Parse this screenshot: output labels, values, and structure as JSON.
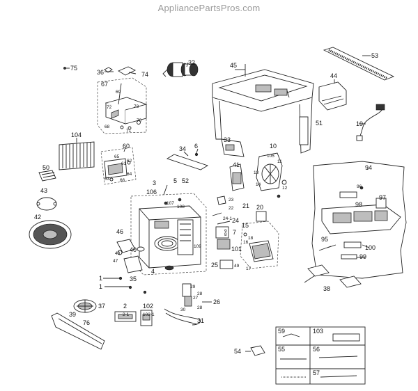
{
  "watermark": "AppliancePartsPros.com",
  "parts": {
    "p1": "1",
    "p2": "2",
    "p2_1": "2-1",
    "p3": "3",
    "p4": "4",
    "p5": "5",
    "p6": "6",
    "p7": "7",
    "p8": "8",
    "p9": "9",
    "p10": "10",
    "p11": "11",
    "p12": "12",
    "p13": "13",
    "p14": "14",
    "p15": "15",
    "p16": "16",
    "p17": "17",
    "p18": "18",
    "p19": "19",
    "p20": "20",
    "p21": "21",
    "p22": "22",
    "p23": "23",
    "p24": "24",
    "p24_1": "24-1",
    "p25": "25",
    "p26": "26",
    "p27": "27",
    "p28": "28",
    "p29": "29",
    "p30": "30",
    "p31": "31",
    "p32": "32",
    "p33": "33",
    "p34": "34",
    "p35": "35",
    "p36": "36",
    "p37": "37",
    "p38": "38",
    "p39": "39",
    "p40": "40",
    "p41": "41",
    "p42": "42",
    "p43": "43",
    "p44": "44",
    "p45": "45",
    "p46": "46",
    "p47": "47",
    "p48": "48",
    "p49": "49",
    "p50": "50",
    "p51": "51",
    "p52": "52",
    "p53": "53",
    "p54": "54",
    "p55": "55",
    "p56": "56",
    "p57": "57",
    "p59": "59",
    "p60": "60",
    "p61": "61",
    "p62": "62",
    "p63": "63",
    "p64": "64",
    "p65": "65",
    "p66": "66",
    "p67": "67",
    "p68": "68",
    "p69": "69",
    "p70": "70",
    "p71": "71",
    "p72": "72",
    "p73": "73",
    "p74": "74",
    "p75": "75",
    "p76": "76",
    "p94": "94",
    "p95": "95",
    "p96": "96",
    "p97": "97",
    "p98": "98",
    "p99": "99",
    "p100": "100",
    "p101": "101",
    "p102": "102",
    "p102_1": "102-1",
    "p103": "103",
    "p104": "104",
    "p105": "105",
    "p106": "106",
    "p107": "107",
    "p108": "108",
    "p109": "109"
  }
}
